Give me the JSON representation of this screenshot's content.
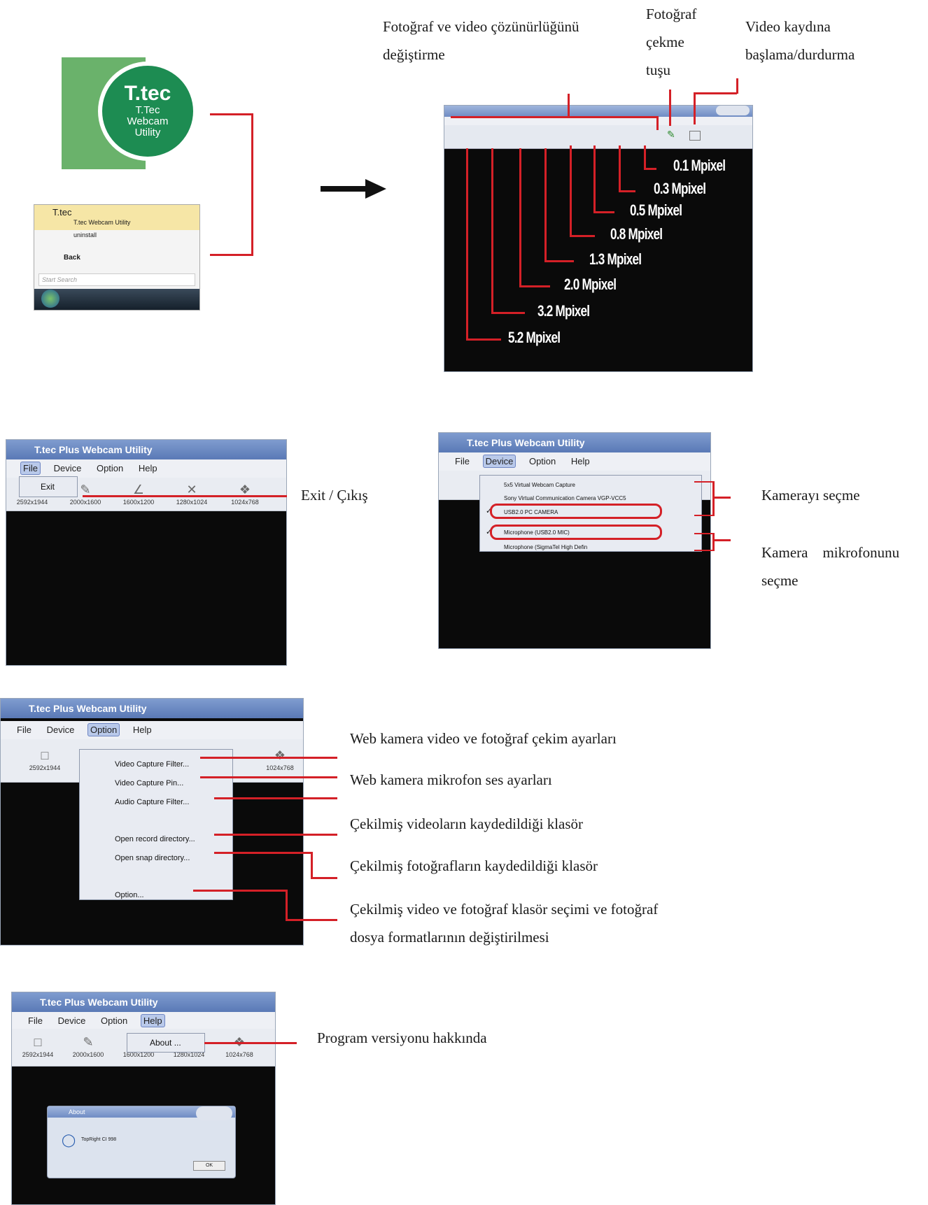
{
  "section1": {
    "logo": {
      "brand": "T.tec",
      "line1": "T.Tec",
      "line2": "Webcam",
      "line3": "Utility"
    },
    "start_menu": {
      "folder": "T.tec",
      "item_app": "T.tec Webcam Utility",
      "item_uninstall": "uninstall",
      "back": "Back",
      "search_placeholder": "Start Search"
    },
    "caption_resolution": [
      "Fotoğraf ve video çözünürlüğünü",
      "değiştirme"
    ],
    "caption_snapshot": [
      "Fotoğraf",
      "çekme",
      "tuşu"
    ],
    "caption_record": [
      "Video kaydına",
      "başlama/durdurma"
    ],
    "resolutions": [
      "0.1 Mpixel",
      "0.3 Mpixel",
      "0.5 Mpixel",
      "0.8 Mpixel",
      "1.3 Mpixel",
      "2.0 Mpixel",
      "3.2 Mpixel",
      "5.2 Mpixel"
    ]
  },
  "window_title": "T.tec Plus Webcam Utility",
  "menus": {
    "file": "File",
    "device": "Device",
    "option": "Option",
    "help": "Help"
  },
  "toolbar_labels": [
    "2592x1944",
    "2000x1600",
    "1600x1200",
    "1280x1024",
    "1024x768"
  ],
  "section2": {
    "exit_item": "Exit",
    "exit_caption": "Exit / Çıkış"
  },
  "section3": {
    "devices": [
      "5x5 Virtual Webcam Capture",
      "Sony Virtual Communication Camera VGP-VCC5",
      "USB2.0 PC CAMERA",
      "Microphone (USB2.0 MIC)",
      "Microphone (SigmaTel High Defin"
    ],
    "caption_camera": "Kamerayı seçme",
    "caption_mic": [
      "Kamera    mikrofonunu",
      "seçme"
    ]
  },
  "section4": {
    "option_items": [
      "Video Capture Filter...",
      "Video Capture Pin...",
      "Audio Capture Filter...",
      "Open record directory...",
      "Open snap directory...",
      "Option..."
    ],
    "captions": [
      "Web kamera video ve fotoğraf çekim ayarları",
      "Web kamera mikrofon ses ayarları",
      "Çekilmiş videoların kaydedildiği klasör",
      "Çekilmiş fotoğrafların kaydedildiği klasör",
      "Çekilmiş video ve fotoğraf klasör seçimi ve fotoğraf",
      "dosya formatlarının değiştirilmesi"
    ]
  },
  "section5": {
    "about_item": "About ...",
    "about_title": "About",
    "about_text": "TopRight CI 998",
    "about_ok": "OK",
    "caption": "Program versiyonu hakkında"
  },
  "colors": {
    "annotation": "#d42027",
    "titlebar": "#5a79b6",
    "logo_green": "#6ab26b",
    "logo_circle": "#1d8c52"
  }
}
